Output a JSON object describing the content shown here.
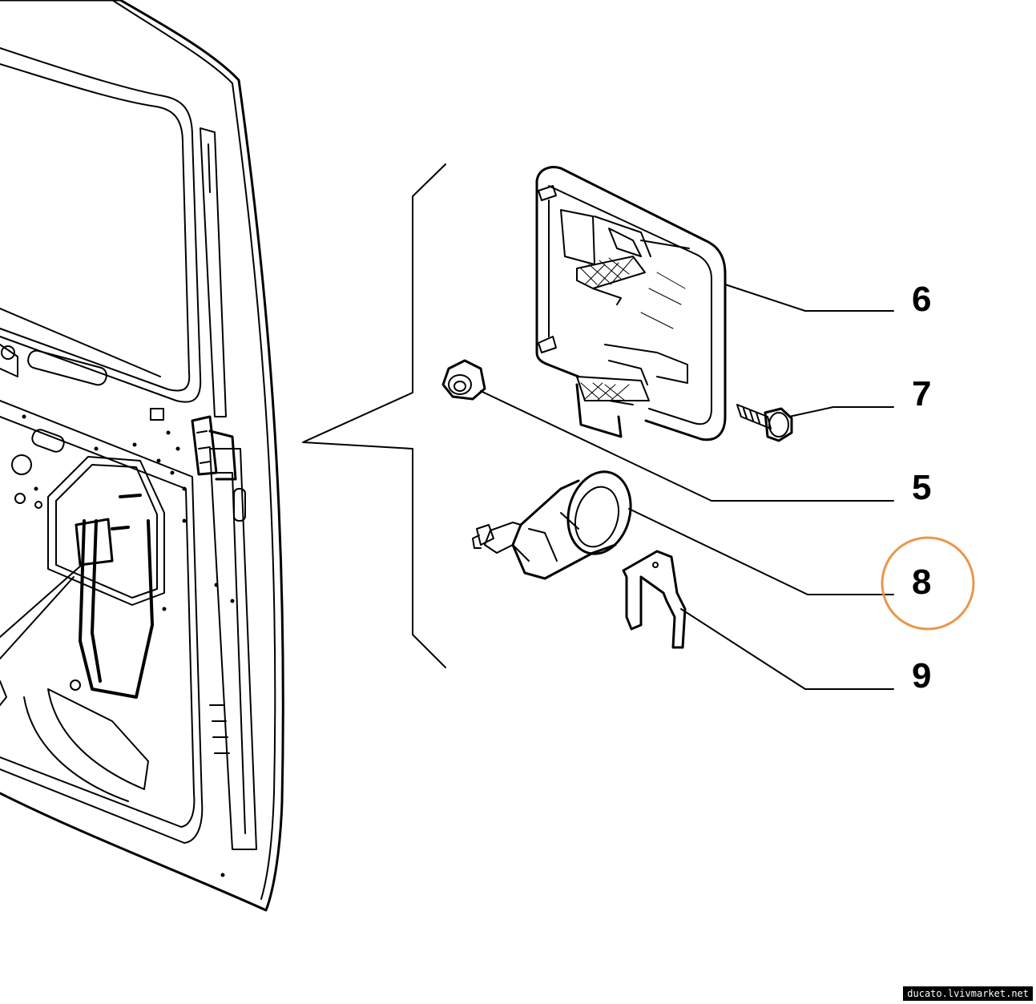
{
  "diagram": {
    "callouts": [
      {
        "id": "6",
        "label": "6"
      },
      {
        "id": "7",
        "label": "7"
      },
      {
        "id": "5",
        "label": "5"
      },
      {
        "id": "8",
        "label": "8",
        "highlighted": true
      },
      {
        "id": "9",
        "label": "9"
      }
    ],
    "highlight_color": "#e8974a",
    "line_color": "#000000"
  },
  "watermark": "ducato.lvivmarket.net"
}
